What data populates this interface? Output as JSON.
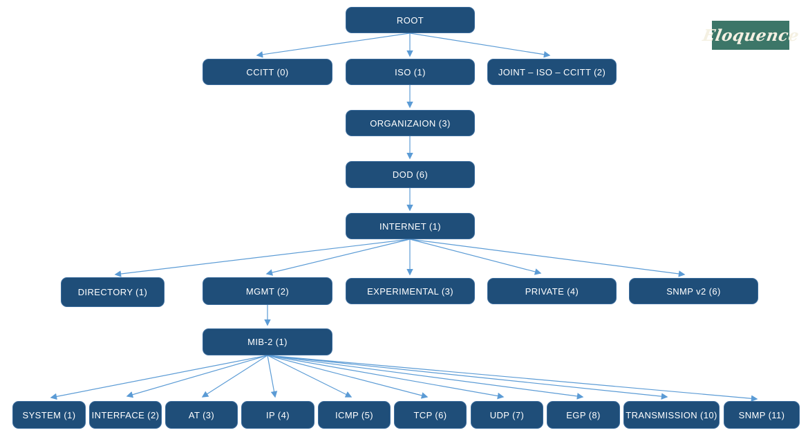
{
  "logo": {
    "text": "Eloquence",
    "background": "#3C7668",
    "text_color": "#F4F0E2"
  },
  "colors": {
    "node_fill": "#1F4E79",
    "node_border": "#3A6B9C",
    "node_text": "#FFFFFF",
    "arrow": "#5B9BD5",
    "background": "#FFFFFF"
  },
  "diagram": {
    "type": "tree",
    "nodes": [
      {
        "id": "root",
        "label": "ROOT"
      },
      {
        "id": "ccitt",
        "label": "CCITT (0)"
      },
      {
        "id": "iso",
        "label": "ISO (1)"
      },
      {
        "id": "joint",
        "label": "JOINT – ISO – CCITT (2)"
      },
      {
        "id": "organizaion",
        "label": "ORGANIZAION (3)"
      },
      {
        "id": "dod",
        "label": "DOD (6)"
      },
      {
        "id": "internet",
        "label": "INTERNET (1)"
      },
      {
        "id": "directory",
        "label": "DIRECTORY (1)"
      },
      {
        "id": "mgmt",
        "label": "MGMT (2)"
      },
      {
        "id": "experimental",
        "label": "EXPERIMENTAL (3)"
      },
      {
        "id": "private",
        "label": "PRIVATE (4)"
      },
      {
        "id": "snmpv2",
        "label": "SNMP v2 (6)"
      },
      {
        "id": "mib2",
        "label": "MIB-2 (1)"
      },
      {
        "id": "system",
        "label": "SYSTEM (1)"
      },
      {
        "id": "interface",
        "label": "INTERFACE (2)"
      },
      {
        "id": "at",
        "label": "AT (3)"
      },
      {
        "id": "ip",
        "label": "IP (4)"
      },
      {
        "id": "icmp",
        "label": "ICMP (5)"
      },
      {
        "id": "tcp",
        "label": "TCP (6)"
      },
      {
        "id": "udp",
        "label": "UDP (7)"
      },
      {
        "id": "egp",
        "label": "EGP (8)"
      },
      {
        "id": "transmission",
        "label": "TRANSMISSION (10)"
      },
      {
        "id": "snmp",
        "label": "SNMP (11)"
      }
    ],
    "edges": [
      {
        "from": "root",
        "to": "ccitt"
      },
      {
        "from": "root",
        "to": "iso"
      },
      {
        "from": "root",
        "to": "joint"
      },
      {
        "from": "iso",
        "to": "organizaion"
      },
      {
        "from": "organizaion",
        "to": "dod"
      },
      {
        "from": "dod",
        "to": "internet"
      },
      {
        "from": "internet",
        "to": "directory"
      },
      {
        "from": "internet",
        "to": "mgmt"
      },
      {
        "from": "internet",
        "to": "experimental"
      },
      {
        "from": "internet",
        "to": "private"
      },
      {
        "from": "internet",
        "to": "snmpv2"
      },
      {
        "from": "mgmt",
        "to": "mib2"
      },
      {
        "from": "mib2",
        "to": "system"
      },
      {
        "from": "mib2",
        "to": "interface"
      },
      {
        "from": "mib2",
        "to": "at"
      },
      {
        "from": "mib2",
        "to": "ip"
      },
      {
        "from": "mib2",
        "to": "icmp"
      },
      {
        "from": "mib2",
        "to": "tcp"
      },
      {
        "from": "mib2",
        "to": "udp"
      },
      {
        "from": "mib2",
        "to": "egp"
      },
      {
        "from": "mib2",
        "to": "transmission"
      },
      {
        "from": "mib2",
        "to": "snmp"
      }
    ]
  }
}
